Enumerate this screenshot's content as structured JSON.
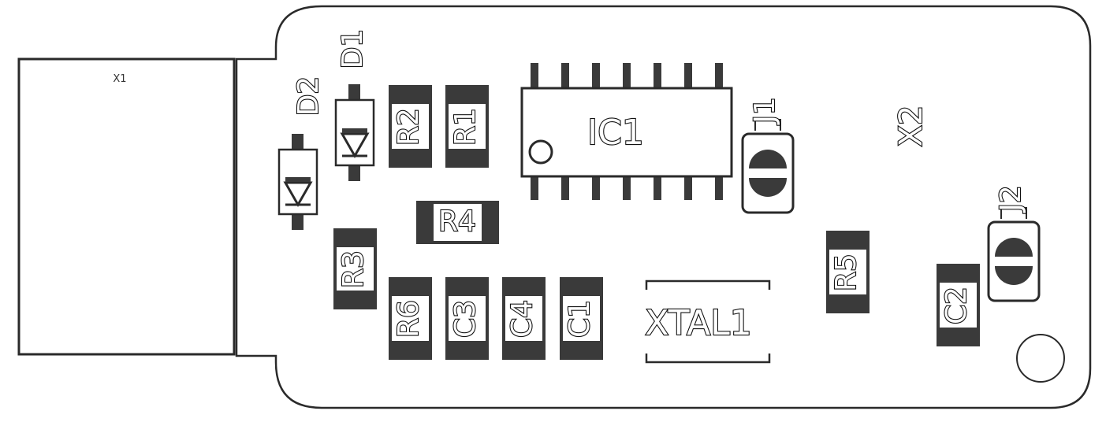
{
  "colors": {
    "background": "#ffffff",
    "silkscreen": "#2a2a2a",
    "pad": "#3a3a3a"
  },
  "designators": {
    "x1": "X1",
    "x2": "X2",
    "d1": "D1",
    "d2": "D2",
    "r1": "R1",
    "r2": "R2",
    "r3": "R3",
    "r4": "R4",
    "r5": "R5",
    "r6": "R6",
    "c1": "C1",
    "c2": "C2",
    "c3": "C3",
    "c4": "C4",
    "ic1": "IC1",
    "j1": "J1",
    "j2": "J2",
    "xtal1": "XTAL1"
  }
}
